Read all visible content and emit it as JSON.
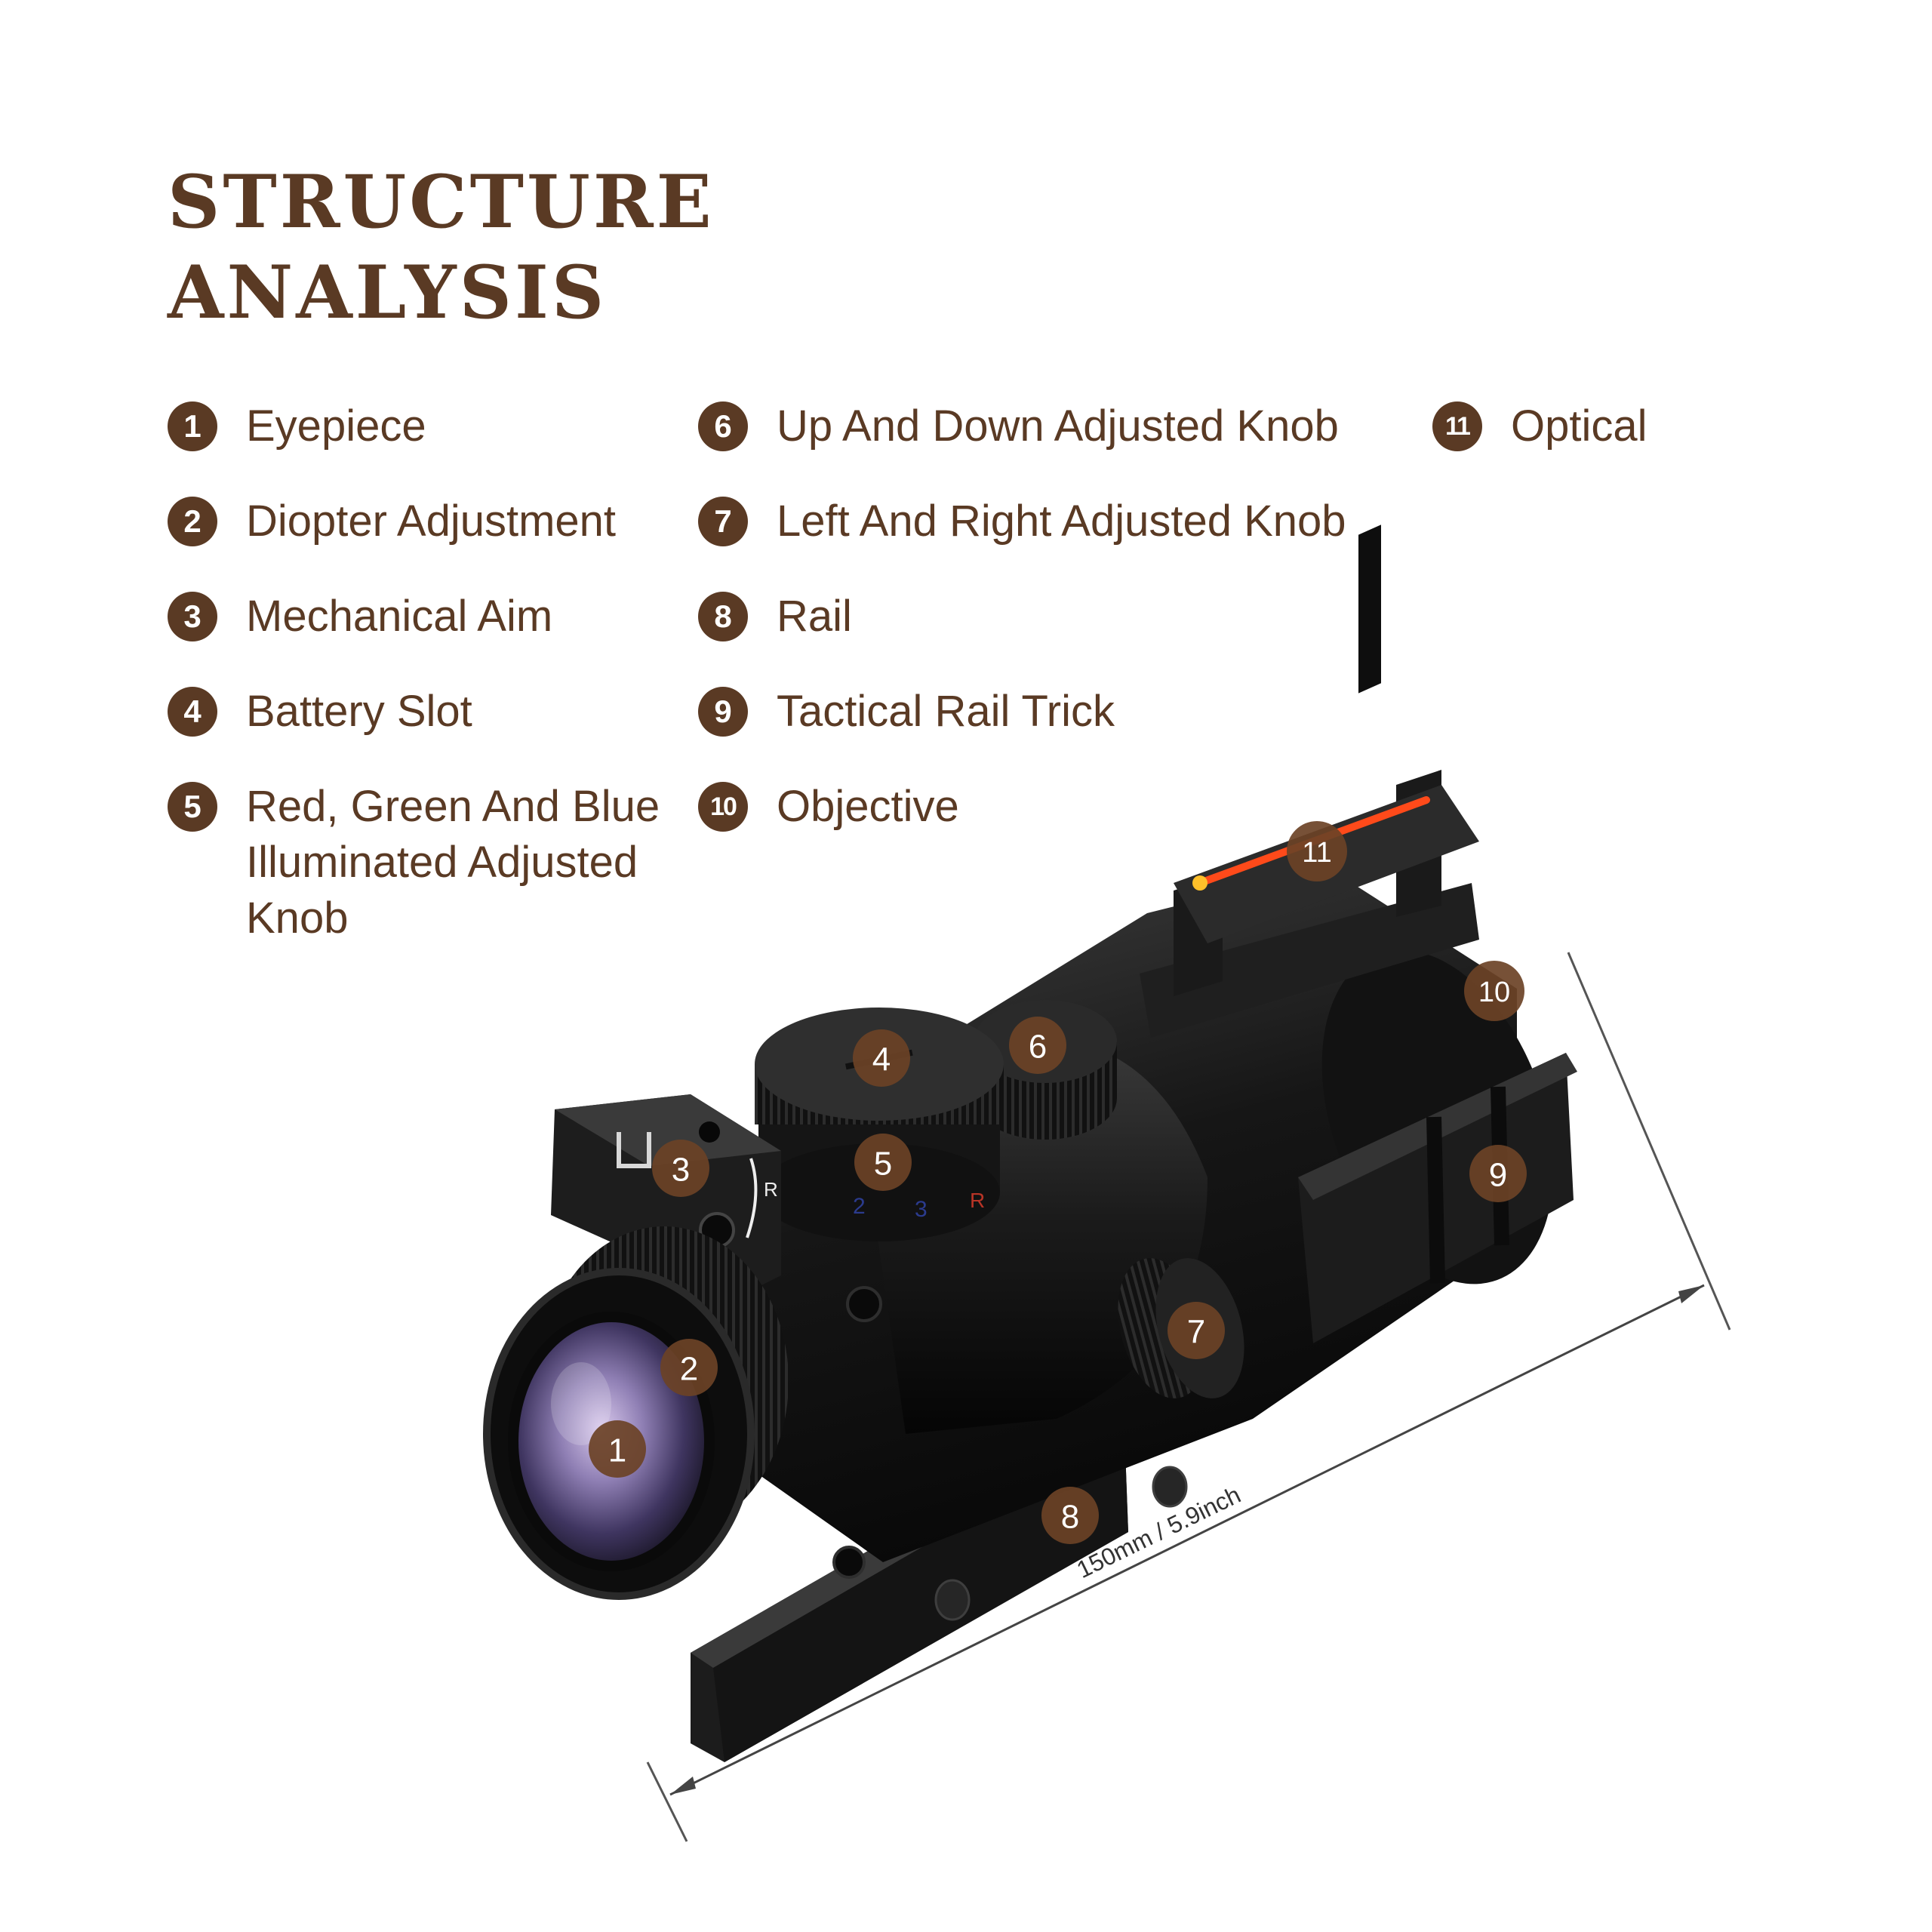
{
  "title": {
    "line1": "STRUCTURE",
    "line2": "ANALYSIS"
  },
  "legend": [
    {
      "num": "1",
      "label": "Eyepiece"
    },
    {
      "num": "2",
      "label": "Diopter Adjustment"
    },
    {
      "num": "3",
      "label": "Mechanical Aim"
    },
    {
      "num": "4",
      "label": "Battery Slot"
    },
    {
      "num": "5",
      "label": "Red, Green And Blue Illuminated Adjusted Knob"
    },
    {
      "num": "6",
      "label": "Up And Down Adjusted Knob"
    },
    {
      "num": "7",
      "label": "Left And Right Adjusted Knob"
    },
    {
      "num": "8",
      "label": "Rail"
    },
    {
      "num": "9",
      "label": "Tactical Rail Trick"
    },
    {
      "num": "10",
      "label": "Objective"
    },
    {
      "num": "11",
      "label": "Optical"
    }
  ],
  "dimension": "150mm / 5.9inch",
  "markers": [
    "1",
    "2",
    "3",
    "4",
    "5",
    "6",
    "7",
    "8",
    "9",
    "10",
    "11"
  ],
  "colors": {
    "brand": "#5a3a24",
    "marker": "#6b4226",
    "fiber": "#ff4a1a"
  }
}
